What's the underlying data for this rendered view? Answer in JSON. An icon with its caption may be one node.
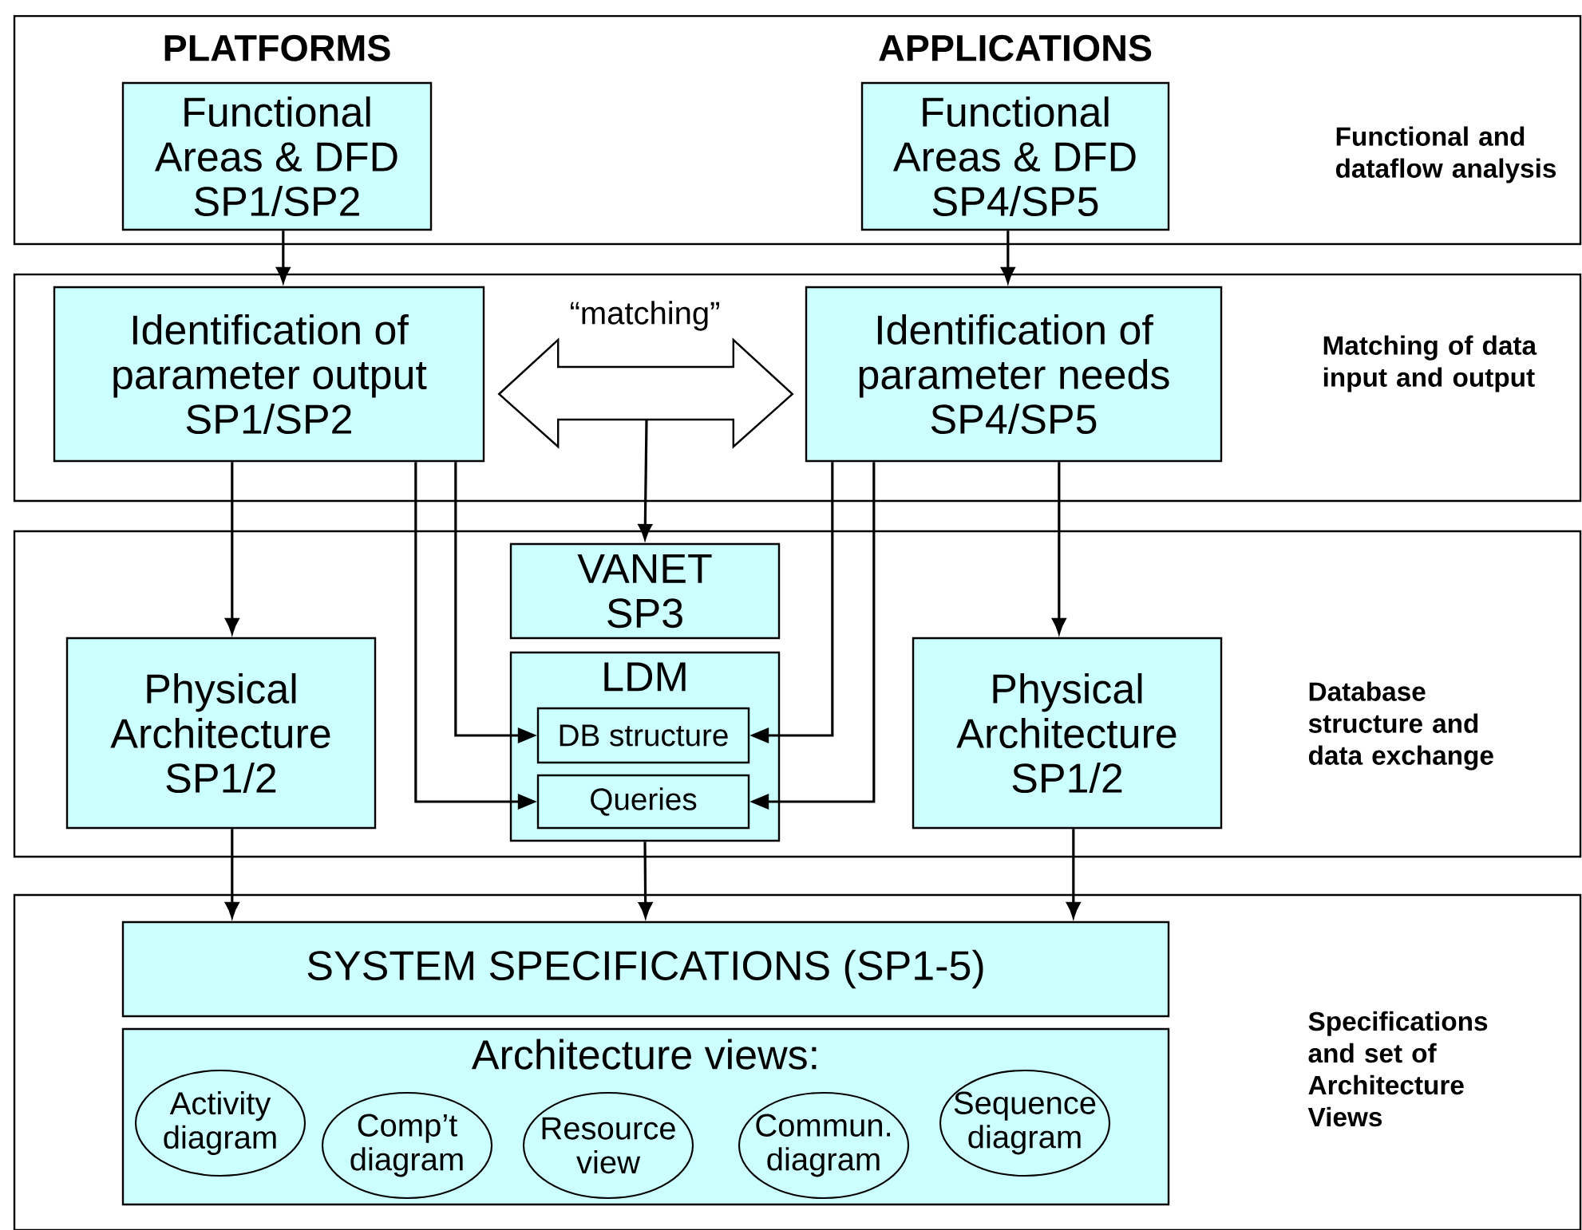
{
  "diagram": {
    "nodes": [
      {
        "text": [
          "Functional and dataflow analysis"
        ]
      },
      {
        "text": [
          "Functional Areas & DFD SP1/SP2"
        ],
        "beside": [
          "PLATFORMS"
        ],
        "in": 0
      },
      {
        "text": [
          "Functional Areas & DFD SP4/SP5"
        ],
        "beside": [
          "APPLICATIONS"
        ],
        "in": 0
      },
      {
        "text": [
          "Matching of data input and output"
        ]
      },
      {
        "text": [
          "Identification of parameter output SP1/SP2"
        ],
        "in": 3
      },
      {
        "text": [
          "Identification of parameter needs SP4/SP5"
        ],
        "in": 3
      },
      {
        "text": [
          "Database structure and data exchange"
        ]
      },
      {
        "text": [
          "VANET SP3"
        ],
        "in": 6
      },
      {
        "text": [
          "LDM"
        ],
        "in": 6
      },
      {
        "text": [
          "DB structure"
        ],
        "in": 8
      },
      {
        "text": [
          "Queries"
        ],
        "in": 8
      },
      {
        "text": [
          "Physical Architecture SP1/2"
        ],
        "in": 6
      },
      {
        "text": [
          "Physical Architecture SP1/2"
        ],
        "in": 6
      },
      {
        "text": [
          "Specifications and set of Architecture Views"
        ]
      },
      {
        "text": [
          "SYSTEM SPECIFICATIONS (SP1-5)"
        ],
        "in": 13
      },
      {
        "text": [
          "Architecture views:"
        ],
        "in": 13
      },
      {
        "text": [
          "Activity diagram"
        ],
        "in": 15
      },
      {
        "text": [
          "Comp’t diagram"
        ],
        "in": 15
      },
      {
        "text": [
          "Resource view"
        ],
        "in": 15
      },
      {
        "text": [
          "Commun. diagram"
        ],
        "in": 15
      },
      {
        "text": [
          "Sequence diagram"
        ],
        "in": 15
      }
    ],
    "edges": [
      {
        "from": 1,
        "to": 4,
        "arrow": "to"
      },
      {
        "from": 2,
        "to": 5,
        "arrow": "to"
      },
      {
        "from": 4,
        "to": 5,
        "arrow": "both",
        "label": "“matching”"
      },
      {
        "from": null,
        "to": 7,
        "arrow": "to"
      },
      {
        "from": 4,
        "to": 11,
        "arrow": "to"
      },
      {
        "from": 5,
        "to": 12,
        "arrow": "to"
      },
      {
        "from": 4,
        "to": 9,
        "arrow": "to"
      },
      {
        "from": 4,
        "to": 10,
        "arrow": "to"
      },
      {
        "from": 5,
        "to": 9,
        "arrow": "to"
      },
      {
        "from": 5,
        "to": 10,
        "arrow": "to"
      },
      {
        "from": 11,
        "to": 14,
        "arrow": "to"
      },
      {
        "from": 8,
        "to": 14,
        "arrow": "to"
      },
      {
        "from": 12,
        "to": 14,
        "arrow": "to"
      }
    ]
  }
}
